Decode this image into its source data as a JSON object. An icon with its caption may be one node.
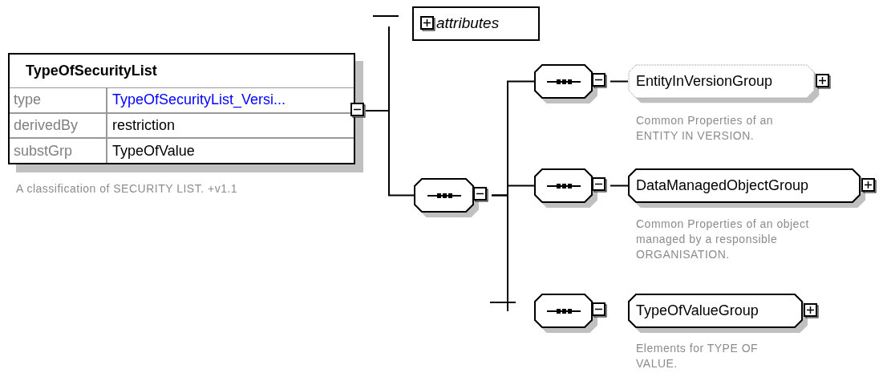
{
  "diagram": {
    "nodes": [
      {
        "text": [
          "TypeOfSecurityList",
          "type",
          "TypeOfSecurityList_Versi...",
          "derivedBy",
          "restriction",
          "substGrp",
          "TypeOfValue"
        ],
        "beside": [
          "A classification of SECURITY LIST. +v1.1"
        ]
      },
      {
        "text": [
          "attributes"
        ]
      },
      {
        "text": [],
        "shape": "octagon"
      },
      {
        "text": [],
        "shape": "octagon"
      },
      {
        "text": [
          "EntityInVersionGroup"
        ],
        "beside": [
          "Common Properties of an ENTITY IN VERSION."
        ]
      },
      {
        "text": [],
        "shape": "octagon"
      },
      {
        "text": [
          "DataManagedObjectGroup"
        ],
        "beside": [
          "Common Properties of an object managed by a responsible ORGANISATION."
        ]
      },
      {
        "text": [],
        "shape": "octagon"
      },
      {
        "text": [
          "TypeOfValueGroup"
        ],
        "beside": [
          "Elements for TYPE OF VALUE."
        ]
      }
    ],
    "edges": [
      {
        "from": 0,
        "to": 2,
        "arrow": "none"
      },
      {
        "from": 2,
        "to": 3,
        "arrow": "none"
      },
      {
        "from": 2,
        "to": 5,
        "arrow": "none"
      },
      {
        "from": 3,
        "to": 4,
        "arrow": "none"
      },
      {
        "from": 5,
        "to": 6,
        "arrow": "none"
      }
    ]
  }
}
